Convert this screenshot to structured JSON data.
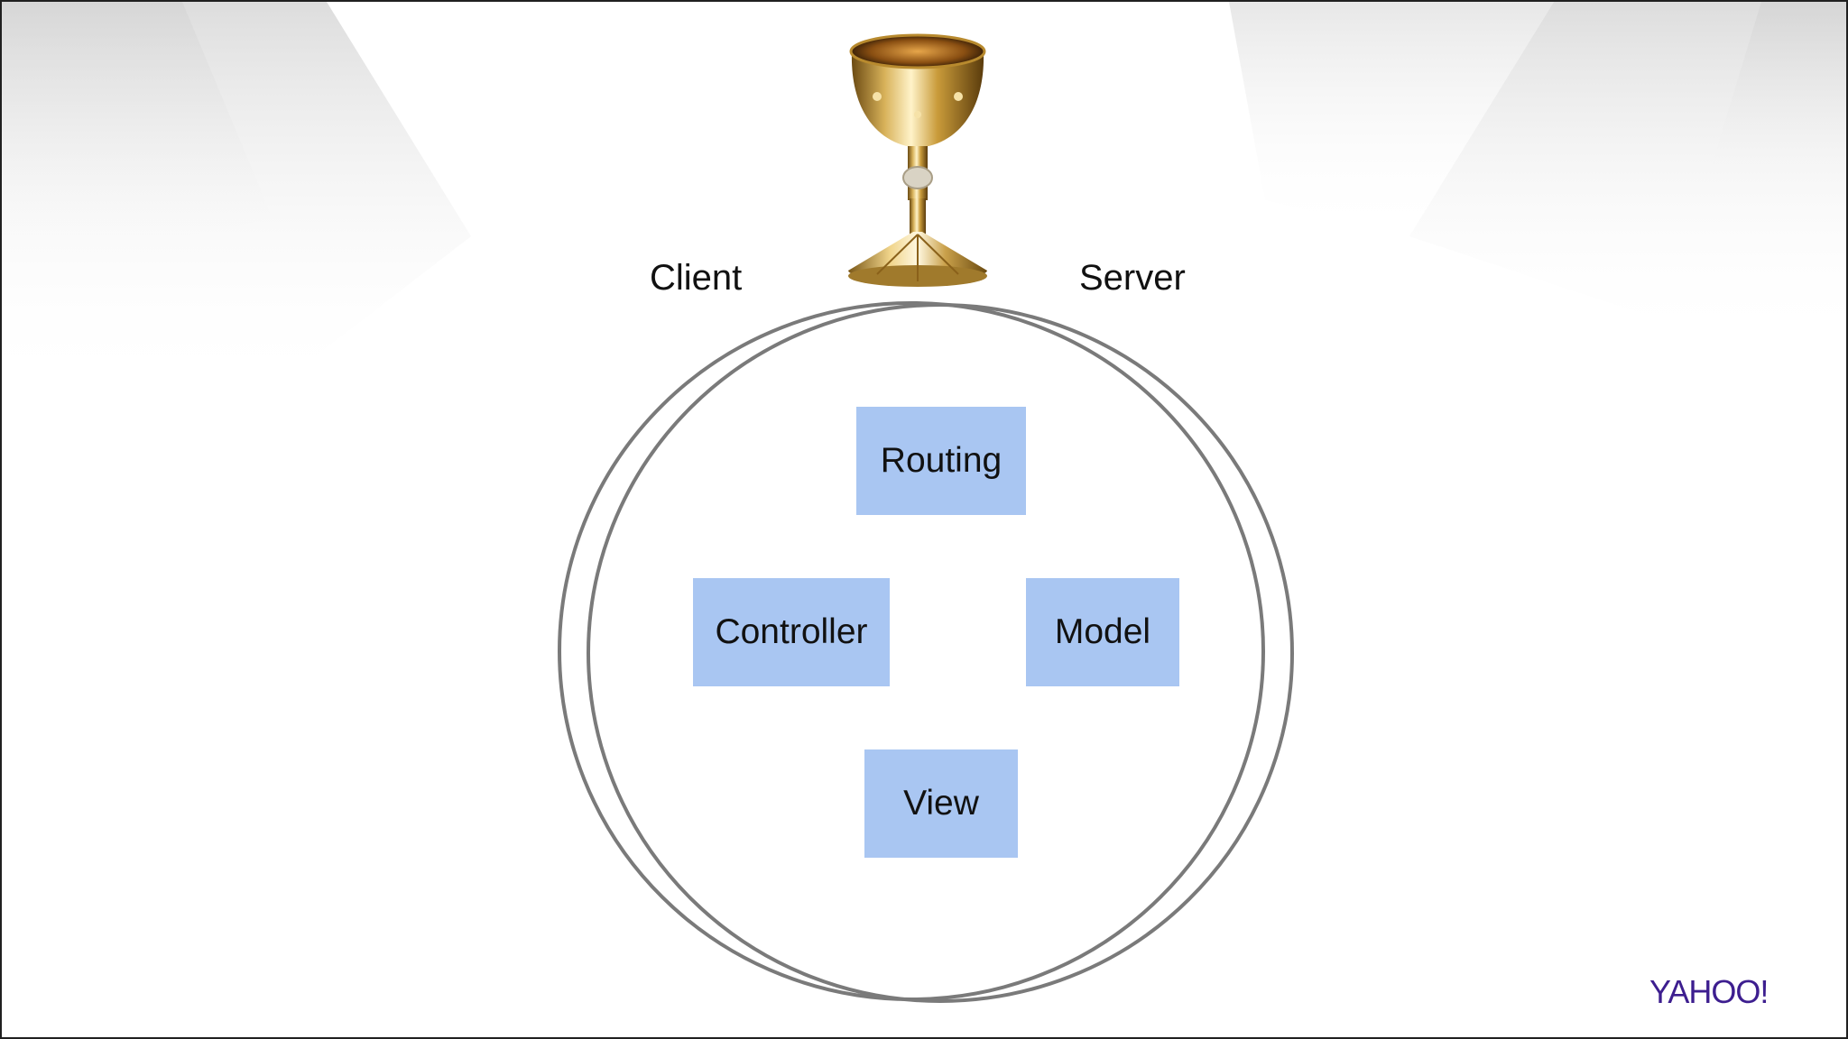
{
  "labels": {
    "client": "Client",
    "server": "Server"
  },
  "boxes": {
    "routing": "Routing",
    "controller": "Controller",
    "model": "Model",
    "view": "View"
  },
  "brand": {
    "logo_text": "YAHOO!"
  },
  "colors": {
    "box_fill": "#a9c6f2",
    "circle_stroke": "#7a7a7a",
    "brand": "#3d1e8f"
  },
  "icons": {
    "chalice": "golden-chalice"
  }
}
